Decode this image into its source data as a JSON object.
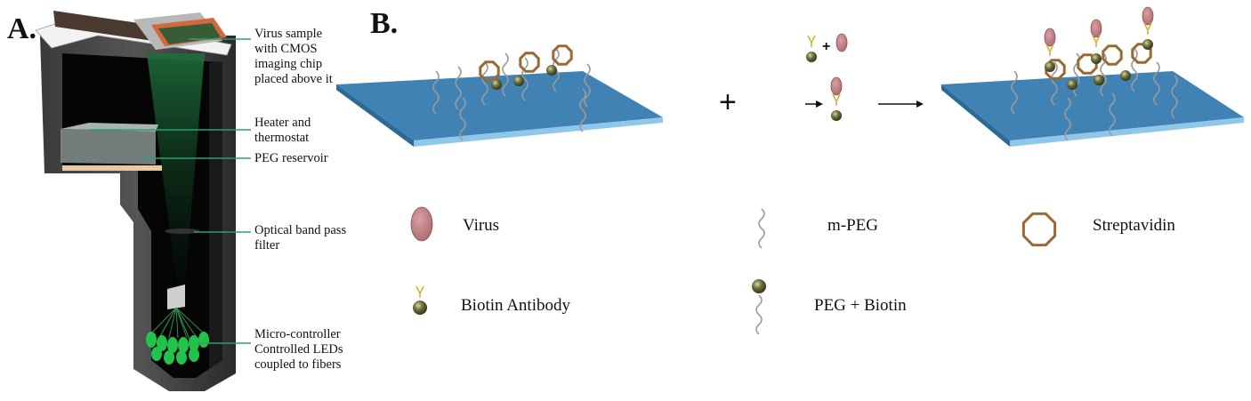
{
  "panels": {
    "a_label": "A.",
    "b_label": "B."
  },
  "device_callouts": [
    {
      "id": "virus-sample",
      "lines": [
        "Virus sample",
        "with CMOS",
        "imaging chip",
        "placed above it"
      ]
    },
    {
      "id": "heater",
      "lines": [
        "Heater and",
        "thermostat"
      ]
    },
    {
      "id": "peg-reservoir",
      "lines": [
        "PEG reservoir"
      ]
    },
    {
      "id": "filter",
      "lines": [
        "Optical band pass",
        "filter"
      ]
    },
    {
      "id": "leds",
      "lines": [
        "Micro-controller",
        "Controlled LEDs",
        "coupled to fibers"
      ]
    }
  ],
  "scheme": {
    "plus": "+",
    "small_plus": "+"
  },
  "legend": {
    "virus": "Virus",
    "mpeg": "m-PEG",
    "streptavidin": "Streptavidin",
    "biotin_antibody": "Biotin Antibody",
    "peg_biotin": "PEG + Biotin"
  },
  "colors": {
    "slide_top": "#3f82b3",
    "slide_edge": "#8ec7ea",
    "virus": "#c48387",
    "bead": "#5a5a2e",
    "streptavidin": "#9a6a36",
    "peg_line": "#9a9a9a",
    "callout_line": "#2e9e6e",
    "device_body": "#333333"
  }
}
